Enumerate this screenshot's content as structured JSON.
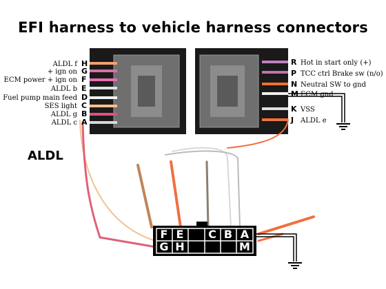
{
  "title": "EFI harness to vehicle harness connectors",
  "aldl_label": "ALDL",
  "left_connector": {
    "labels": [
      "ALDL f",
      "+ ign on",
      "ECM power + ign on",
      "ALDL b",
      "Fuel pump main feed",
      "SES light",
      "ALDL g",
      "ALDL c"
    ],
    "pins": [
      "H",
      "G",
      "F",
      "E",
      "D",
      "C",
      "B",
      "A"
    ]
  },
  "right_connector": {
    "pins": [
      "R",
      "P",
      "N",
      "M",
      "K",
      "J"
    ],
    "labels": [
      "Hot in start only (+)",
      "TCC ctrl Brake sw (n/o)",
      "Neutral SW to gnd",
      "ECM gnd",
      "VSS",
      "ALDL e"
    ]
  },
  "bottom_connector": {
    "top_row": [
      "F",
      "E",
      "",
      "C",
      "B",
      "A"
    ],
    "bottom_row": [
      "G",
      "H",
      "",
      "",
      "",
      "M"
    ]
  },
  "colors": {
    "connector_body": "#000000",
    "wire_pink": "#e0607a",
    "wire_orange": "#f07040",
    "wire_tan": "#c0855a",
    "wire_gray": "#8a7f70",
    "wire_white": "#d8d8d8",
    "wire_peach": "#f4c090"
  }
}
